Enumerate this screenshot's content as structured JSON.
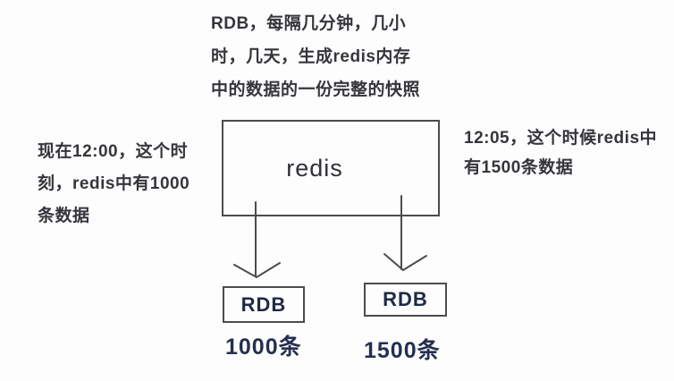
{
  "diagram": {
    "top_note": {
      "lines": [
        "RDB，每隔几分钟，几小",
        "时，几天，生成redis内存",
        "中的数据的一份完整的快照"
      ]
    },
    "left_note": {
      "lines": [
        "现在12:00，这个时",
        "刻，redis中有1000",
        "条数据"
      ]
    },
    "right_note": {
      "lines": [
        "12:05，这个时候redis中",
        "有1500条数据"
      ]
    },
    "redis_box": {
      "label": "redis"
    },
    "snapshot_left": {
      "label": "RDB",
      "count": "1000条"
    },
    "snapshot_right": {
      "label": "RDB",
      "count": "1500条"
    },
    "colors": {
      "background": "#fdfdfd",
      "text": "#35363b",
      "line": "#4b4c50",
      "rdb_label": "#1e2a46",
      "count": "#252f50"
    }
  }
}
